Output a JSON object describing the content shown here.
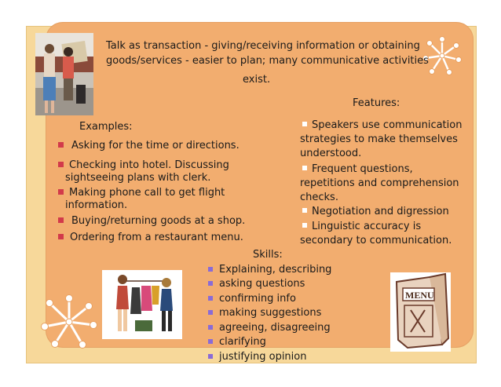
{
  "intro": {
    "line1": "Talk as transaction - giving/receiving information or obtaining",
    "line2": "goods/services - easier to plan; many communicative activities",
    "line3": "exist."
  },
  "examples": {
    "heading": "Examples:",
    "items": [
      {
        "line1": "Asking for the time or directions."
      },
      {
        "line1": "Checking into hotel. Discussing",
        "line2": "sightseeing plans with clerk."
      },
      {
        "line1": "Making phone call to get flight",
        "line2": "information."
      },
      {
        "line1": "Buying/returning goods at a shop."
      },
      {
        "line1": "Ordering from a restaurant menu."
      }
    ]
  },
  "features": {
    "heading": "Features:",
    "items": [
      {
        "lines": [
          "Speakers use communication",
          "strategies  to make themselves",
          "understood."
        ]
      },
      {
        "lines": [
          "Frequent questions,",
          "repetitions and comprehension",
          "checks."
        ]
      },
      {
        "lines": [
          "Negotiation and digression"
        ]
      },
      {
        "lines": [
          "Linguistic accuracy is",
          "secondary to communication."
        ]
      }
    ]
  },
  "skills": {
    "heading": "Skills:",
    "items": [
      "Explaining, describing",
      "asking questions",
      "confirming info",
      "making suggestions",
      "agreeing, disagreeing",
      "clarifying",
      "justifying opinion"
    ]
  },
  "images": {
    "tourists": "photo-two-tourists-with-map",
    "shopping": "illustration-friends-shopping-for-clothes",
    "menu": "illustration-restaurant-menu",
    "menu_word": "MENU"
  },
  "colors": {
    "background": "#f7d89a",
    "panel": "#f2ad6f",
    "red_bullet": "#d23a4a",
    "purple_bullet": "#8a6bd6",
    "white_bullet": "#ffffff"
  }
}
